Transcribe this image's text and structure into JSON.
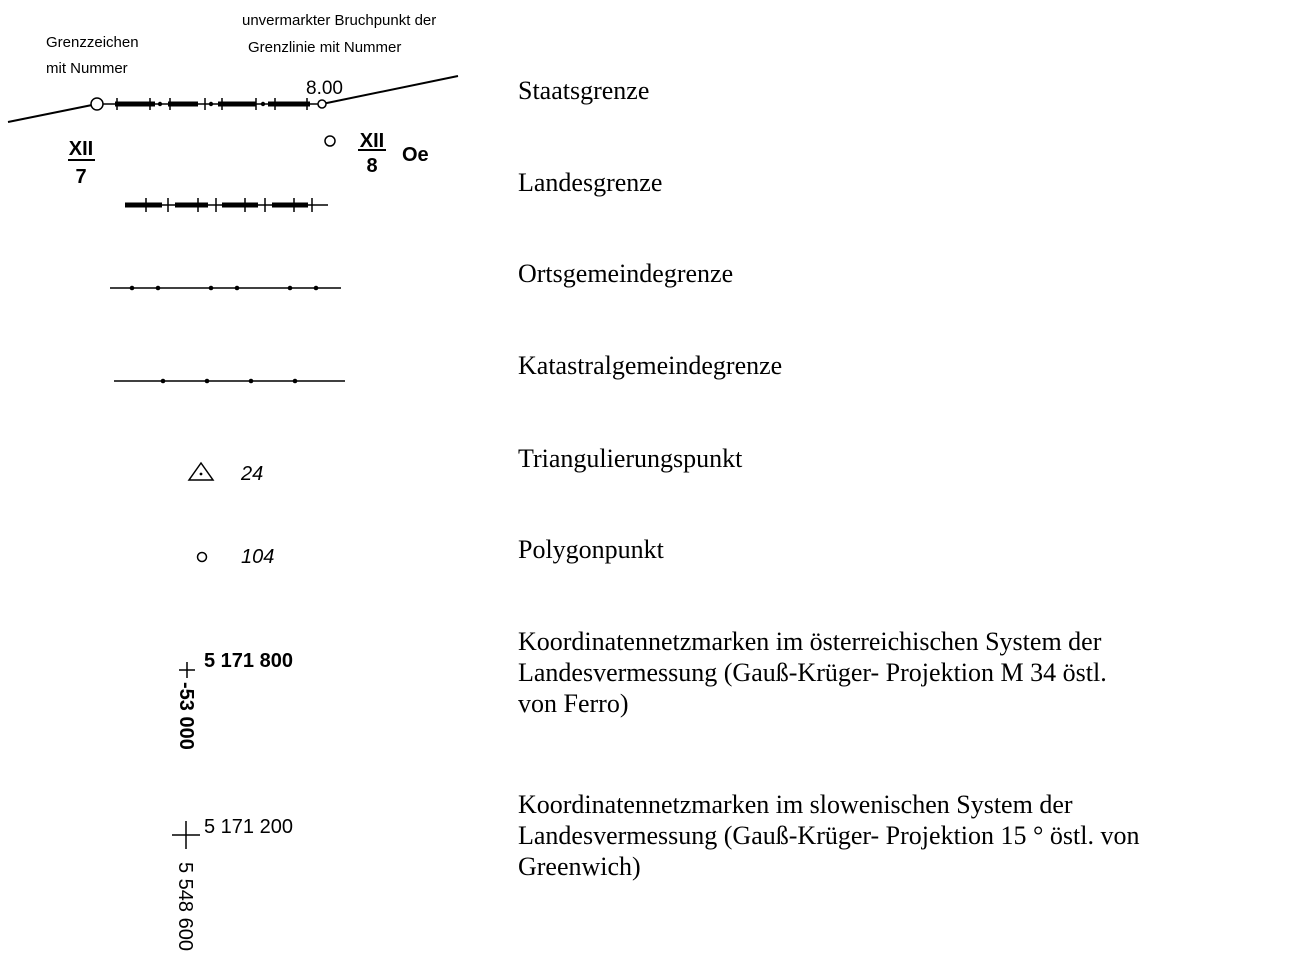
{
  "boundary_annotations": {
    "border_marker_caption": "Grenzzeichen\nmit Nummer",
    "unmarked_point_caption": "unvermarkter Bruchpunkt der\nGrenzlinie mit Nummer",
    "unmarked_point_value": "8.00",
    "left_marker_numerator": "XII",
    "left_marker_denominator": "7",
    "right_marker_numerator": "XII",
    "right_marker_denominator": "8",
    "country_code": "Oe"
  },
  "triangulation_point_number": "24",
  "polygon_point_number": "104",
  "austrian_grid": {
    "northing": "5 171 800",
    "easting": "-53 000"
  },
  "slovenian_grid": {
    "northing": "5 171 200",
    "easting": "5 548 600"
  },
  "legend": [
    {
      "id": "state-border",
      "label": "Staatsgrenze"
    },
    {
      "id": "province-border",
      "label": "Landesgrenze"
    },
    {
      "id": "municipality-border",
      "label": "Ortsgemeindegrenze"
    },
    {
      "id": "cadastral-border",
      "label": "Katastralgemeindegrenze"
    },
    {
      "id": "triangulation-point",
      "label": "Triangulierungspunkt"
    },
    {
      "id": "polygon-point",
      "label": "Polygonpunkt"
    },
    {
      "id": "austrian-grid-marks",
      "label": "Koordinatennetzmarken im österreichischen System der\nLandesvermessung (Gauß-Krüger- Projektion M 34 östl.\nvon Ferro)"
    },
    {
      "id": "slovenian-grid-marks",
      "label": "Koordinatennetzmarken im slowenischen System der\nLandesvermessung (Gauß-Krüger- Projektion 15 ° östl. von\nGreenwich)"
    }
  ]
}
